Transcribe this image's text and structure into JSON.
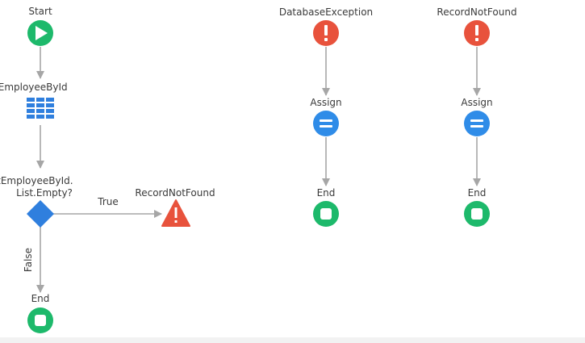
{
  "flow": {
    "start_label": "Start",
    "aggregate_label": "GetEmployeeById",
    "if_label_line1": "GetEmployeeById.",
    "if_label_line2": "List.Empty?",
    "true_label": "True",
    "false_label": "False",
    "raise_label": "RecordNotFound",
    "end_label": "End"
  },
  "handlers": [
    {
      "exception_label": "DatabaseException",
      "assign_label": "Assign",
      "end_label": "End"
    },
    {
      "exception_label": "RecordNotFound",
      "assign_label": "Assign",
      "end_label": "End"
    }
  ],
  "colors": {
    "start": "#1db96b",
    "end": "#1db96b",
    "exception": "#e8523c",
    "assign": "#2f8ce8",
    "aggregate": "#2f7fde",
    "if": "#2f7fde",
    "connector": "#a6a6a6",
    "text": "#3a3a3a"
  }
}
